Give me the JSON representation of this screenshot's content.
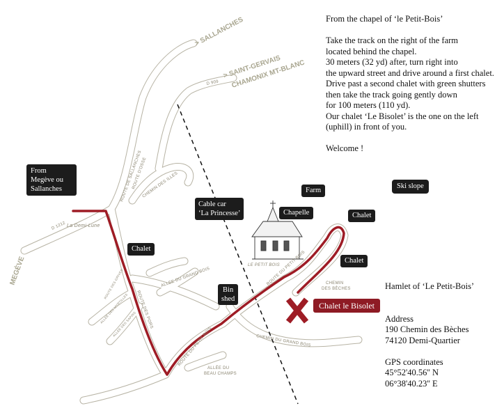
{
  "directions": {
    "heading": "From the chapel of ‘le Petit-Bois’",
    "lines": [
      "Take the track on the right of the farm",
      "located behind the chapel.",
      "30 meters (32 yd) after, turn right into",
      "the upward street and drive around a first chalet.",
      "Drive past a second chalet with green shutters",
      "then take the track going gently down",
      "for 100 meters (110 yd).",
      "Our chalet ‘Le Bisolet’ is the one on the left",
      "(uphill) in front of you."
    ],
    "closing": "Welcome !"
  },
  "address": {
    "hamlet": "Hamlet of ‘Le Petit-Bois’",
    "title": "Address",
    "street": "190 Chemin des Bèches",
    "city": "74120 Demi-Quartier",
    "gps_title": "GPS coordinates",
    "lat": "45°52'40.56'' N",
    "lon": "06°38'40.23'' E"
  },
  "labels": {
    "from": [
      "From",
      "Megève ou",
      "Sallanches"
    ],
    "cable_car": [
      "Cable car",
      "‘La Princesse’"
    ],
    "bin_shed": [
      "Bin",
      "shed"
    ],
    "chalet": "Chalet",
    "farm": "Farm",
    "chapelle": "Chapelle",
    "ski_slope": "Ski slope",
    "chalet_bisolet": "Chalet le Bisolet"
  },
  "map_text": {
    "sallanches": "> SALLANCHES",
    "saint_gervais": "> SAINT-GERVAIS",
    "chamonix": "CHAMONIX MT-BLANC",
    "d909": "D 909",
    "d1212": "D 1212",
    "route_sallanches": "ROUTE DE SALLANCHES",
    "route_osse": "ROUTE D'OSSE",
    "chemin_illes": "CHEMIN DES ILLES",
    "demi_lune": "La Demi-Lune",
    "megeve": "MEGÈVE",
    "allee_grand_bois": "ALLEE DU GRAND BOIS",
    "route_pors": "ROUTE DES PORS",
    "route_petit_bois_upper": "ROUTE DU PETIT BOIS",
    "route_petit_bois_lower": "ROUTE DU PETIT BOIS",
    "le_petit_bois": "LE PETIT BOIS",
    "chemin_beches": [
      "CHEMIN",
      "DES BÈCHES"
    ],
    "chemin_grand_bois": "CHEMIN DU GRAND BOIS",
    "allee_beau_champs": [
      "ALLÉE DU",
      "BEAU CHAMPS"
    ],
    "allee_myrtilles": "ALLEE DES MYRTILLES",
    "allee_sapins": "ALLEE DES SAPINS",
    "route_grives": "ROUTE DES GRIVES"
  },
  "colors": {
    "route": "#9e1c25",
    "road_outline": "#b7b3a4",
    "badge": "#1c1c1c",
    "highlight": "#8e1b24"
  }
}
